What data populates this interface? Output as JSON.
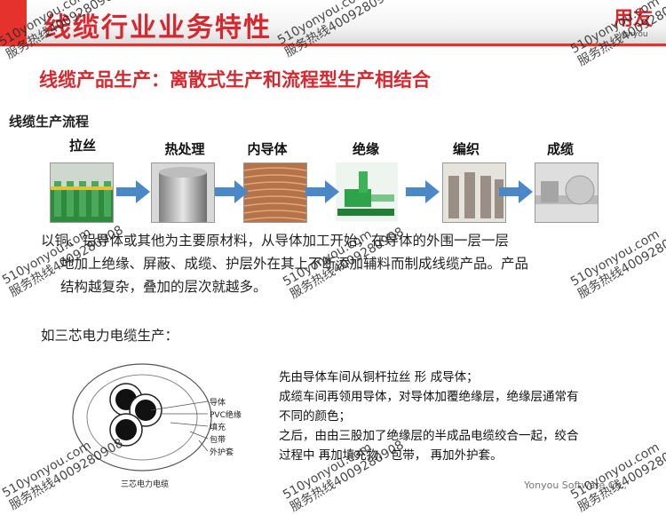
{
  "header": {
    "title": "线缆行业业务特性",
    "logo_cn": "用友",
    "logo_en": "yonyou",
    "accent": "#d7282f"
  },
  "subtitle": "线缆产品生产：离散式生产和流程型生产相结合",
  "section_label": "线缆生产流程",
  "process_steps": [
    "拉丝",
    "热处理",
    "内导体",
    "绝缘",
    "编织",
    "成缆"
  ],
  "description_lines": [
    "以铜、铝导体或其他为主要原材料，从导体加工开始，在导体的外围一层一层",
    "地加上绝缘、屏蔽、成缆、护层外在其上不断添加辅料而制成线缆产品。产品",
    "结构越复杂，叠加的层次就越多。"
  ],
  "example_label": "如三芯电力电缆生产：",
  "cable_diagram": {
    "labels": [
      "导体",
      "PVC绝缘",
      "填充",
      "包带",
      "外护套"
    ],
    "caption": "三芯电力电缆"
  },
  "steps_text": [
    "先由导体车间从铜杆拉丝  形  成导体；",
    "成缆车间再领用导体，对导体加覆绝缘层，绝缘层通常有",
    "不同的颜色；",
    "之后，由由三股加了绝缘层的半成品电缆绞合一起，绞合",
    "过程中  再加填充物、包带，  再加外护套。"
  ],
  "footer": "Yonyou Software Co.,",
  "watermark": {
    "site": "510yonyou.com",
    "hotline": "服务热线4009280908"
  }
}
